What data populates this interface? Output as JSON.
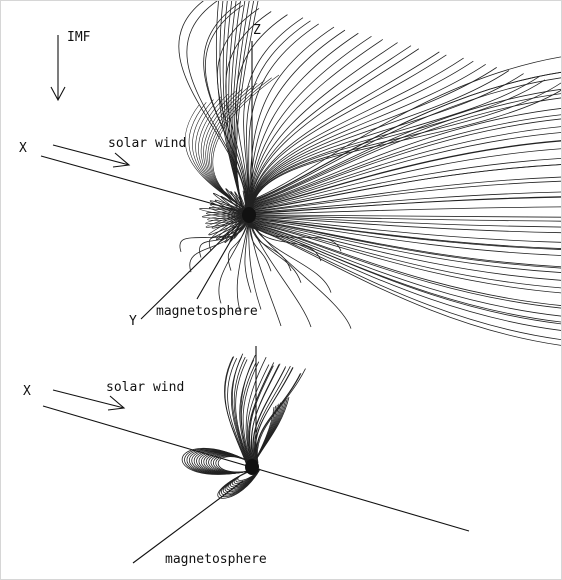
{
  "top_panel": {
    "labels": {
      "imf": "IMF",
      "z_axis": "Z",
      "x_axis": "X",
      "y_axis": "Y",
      "solar_wind": "solar wind",
      "magnetosphere": "magnetosphere"
    }
  },
  "bottom_panel": {
    "labels": {
      "x_axis": "X",
      "solar_wind": "solar wind",
      "magnetosphere": "magnetosphere"
    }
  },
  "colors": {
    "ink": "#111111",
    "line": "#222222",
    "frame": "#d6d6d6"
  }
}
